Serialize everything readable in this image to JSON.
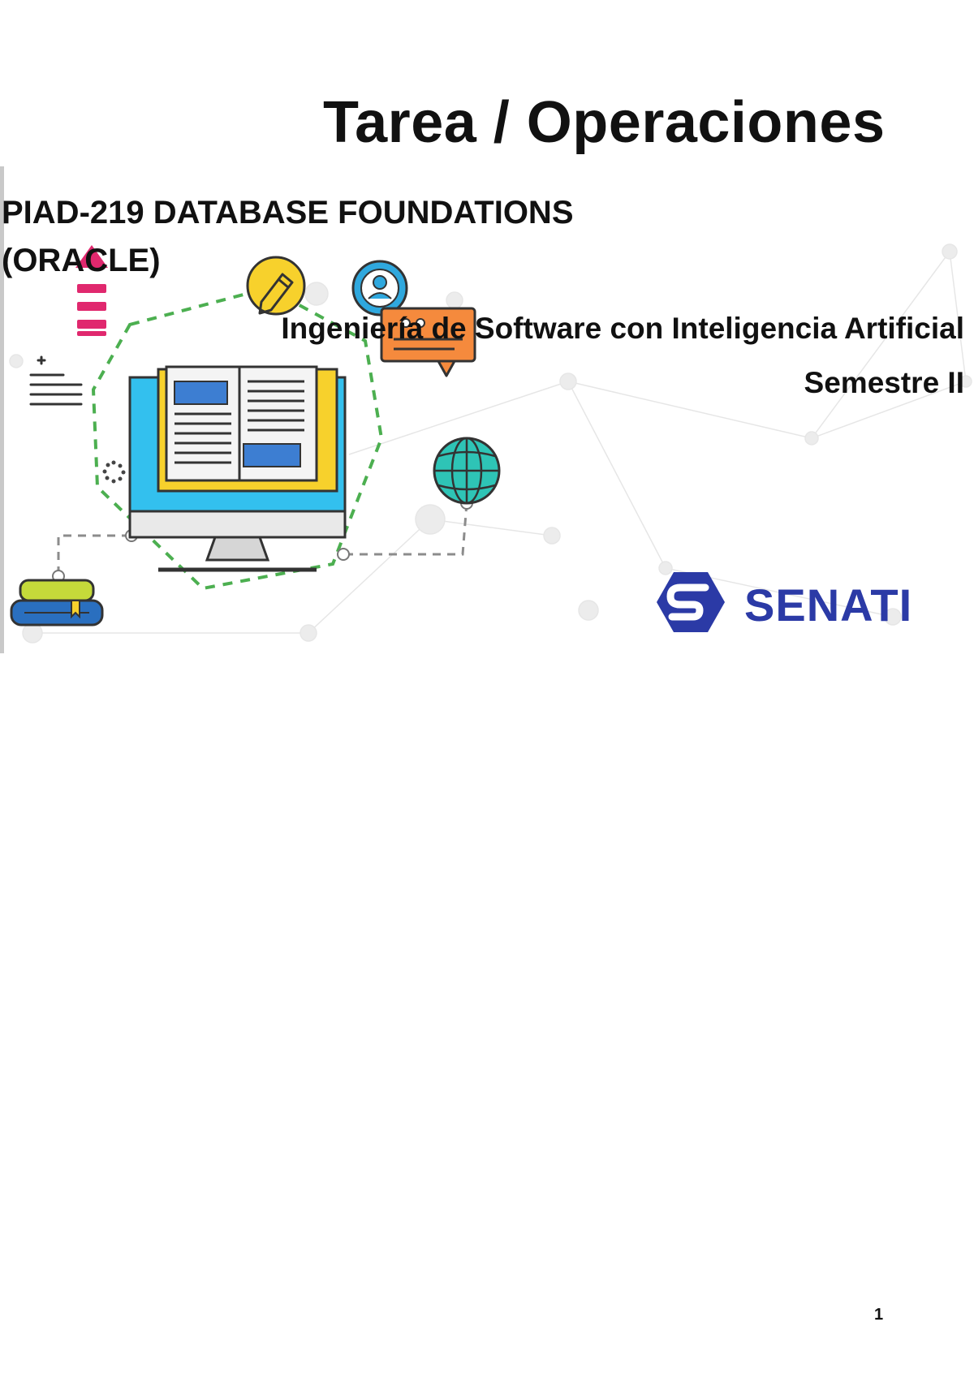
{
  "document": {
    "title": "Tarea / Operaciones",
    "course_line1": "PIAD-219 DATABASE FOUNDATIONS",
    "course_line2": "(ORACLE)",
    "program": "Ingeniería de Software con Inteligencia Artificial",
    "semester": "Semestre II",
    "page_number": "1"
  },
  "logo": {
    "text": "SENATI",
    "color": "#2b3aa6"
  },
  "illustration": {
    "icons": [
      "upload-arrow-icon",
      "pencil-icon",
      "user-icon",
      "chat-bubble-icon",
      "list-icon",
      "computer-book-icon",
      "globe-icon",
      "books-icon"
    ],
    "colors": {
      "pink": "#e0286e",
      "yellow": "#f7d12c",
      "teal": "#2ec4b6",
      "orange": "#f58a3d",
      "screen_blue": "#33c0ee",
      "dashed_green": "#4caf50",
      "book_blue": "#2a6fbf"
    }
  }
}
